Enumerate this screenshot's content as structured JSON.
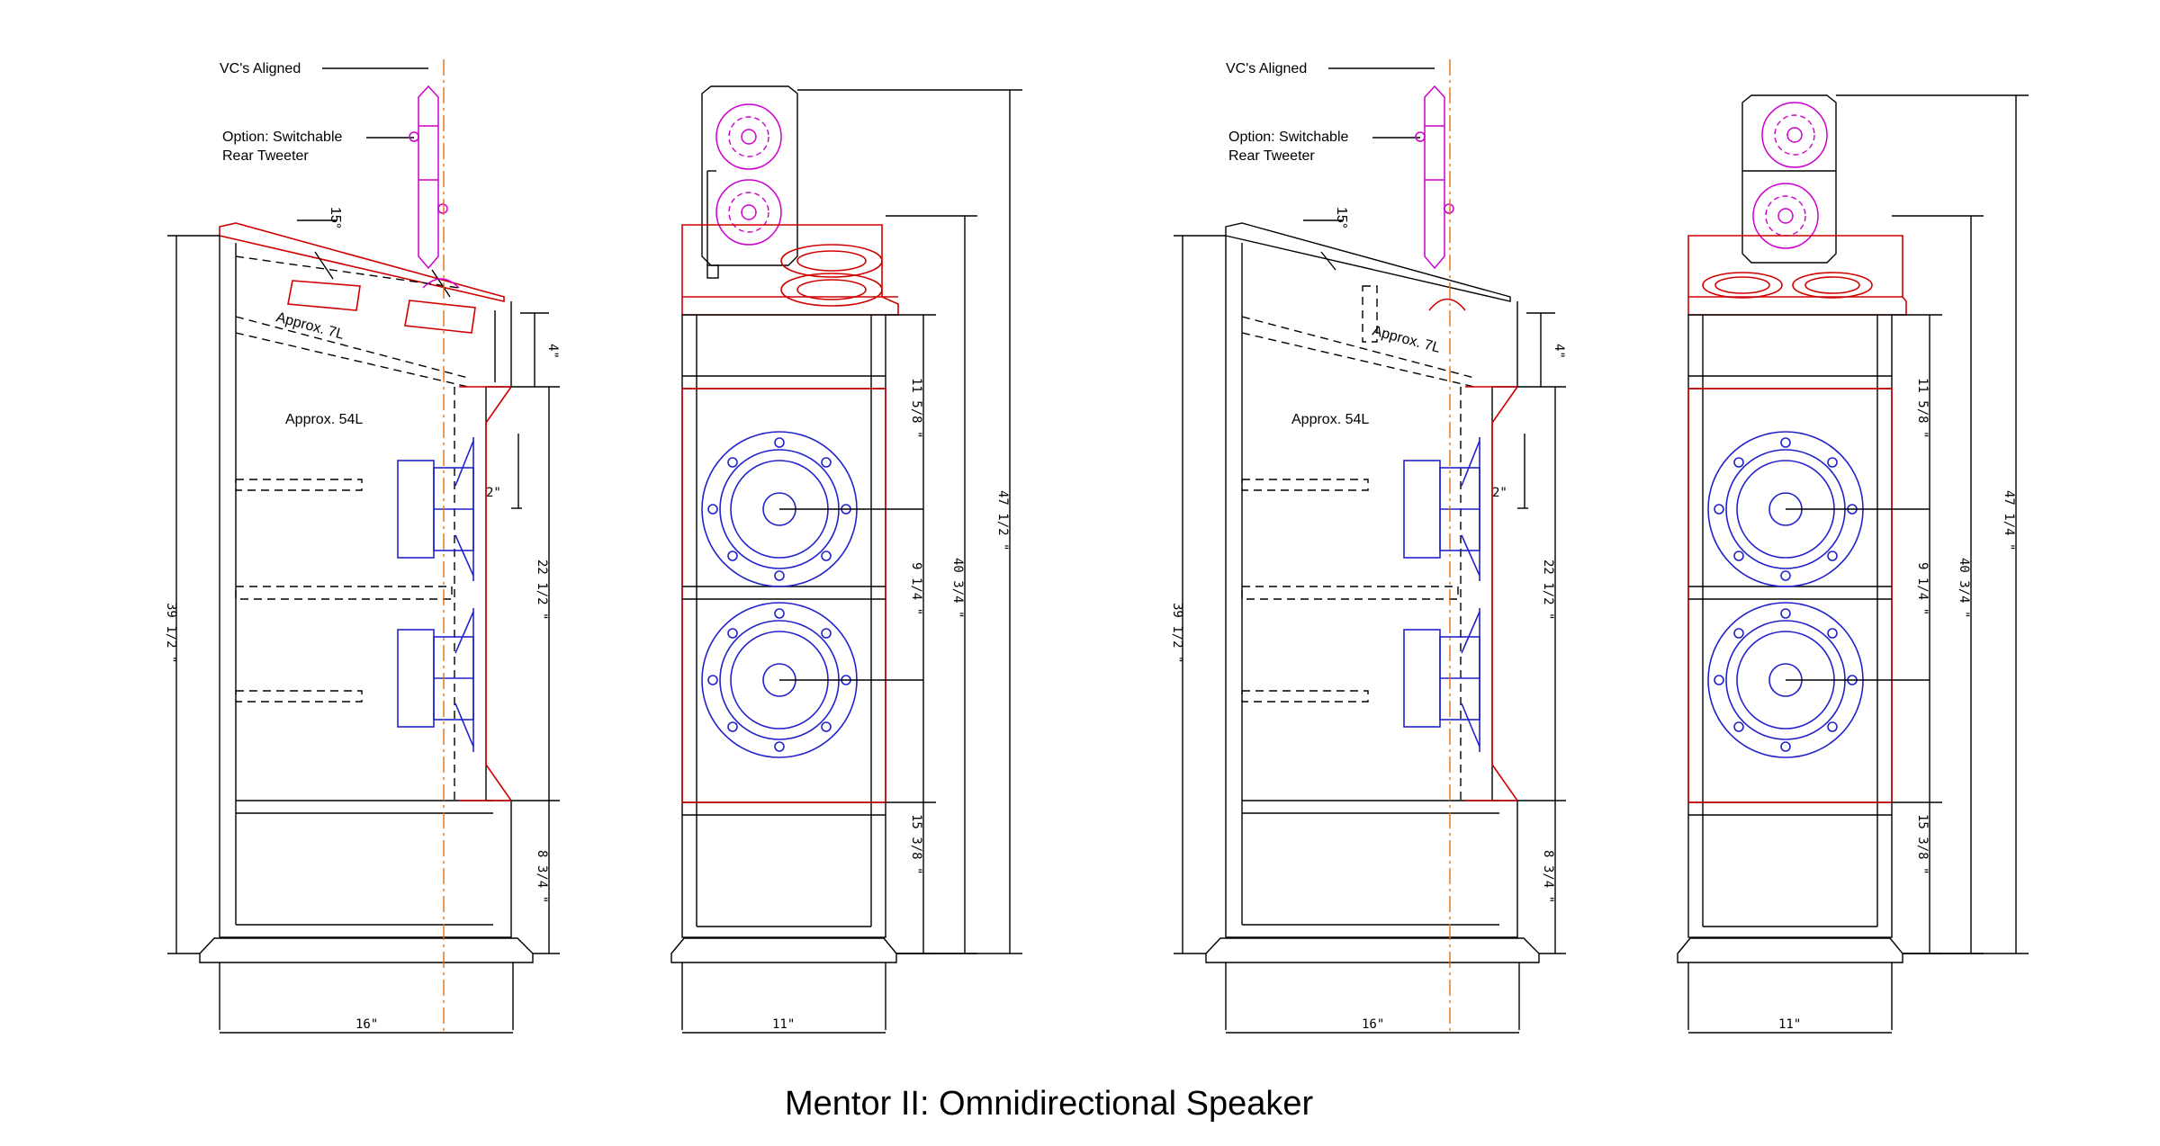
{
  "caption": "Mentor II:  Omnidirectional Speaker",
  "colors": {
    "line": "#000000",
    "baffle": "#d00000",
    "driver": "#2222cc",
    "tweeter": "#cc00cc",
    "axis": "#e07010"
  },
  "side_views": [
    {
      "vc_label": "VC's Aligned",
      "option_label_1": "Option: Switchable",
      "option_label_2": "Rear Tweeter",
      "angle_label": "15°",
      "upper_volume": "Approx. 7L",
      "lower_volume": "Approx. 54L",
      "offset_dim": "2\"",
      "height_dim": "39 1/2 \"",
      "top_dim": "4\"",
      "mid_dim": "22 1/2 \"",
      "bottom_dim": "8 3/4 \"",
      "width_dim": "16\""
    },
    {
      "vc_label": "VC's Aligned",
      "option_label_1": "Option: Switchable",
      "option_label_2": "Rear Tweeter",
      "angle_label": "15°",
      "upper_volume": "Approx. 7L",
      "lower_volume": "Approx. 54L",
      "offset_dim": "2\"",
      "height_dim": "39 1/2 \"",
      "top_dim": "4\"",
      "mid_dim": "22 1/2 \"",
      "bottom_dim": "8 3/4 \"",
      "width_dim": "16\""
    }
  ],
  "front_views": [
    {
      "upper_dim": "11 5/8 \"",
      "center_dim": "9 1/4 \"",
      "lower_dim": "15 3/8 \"",
      "cabinet_dim": "40 3/4 \"",
      "overall_dim": "47 1/2 \"",
      "width_dim": "11\""
    },
    {
      "upper_dim": "11 5/8 \"",
      "center_dim": "9 1/4 \"",
      "lower_dim": "15 3/8 \"",
      "cabinet_dim": "40 3/4 \"",
      "overall_dim": "47 1/4 \"",
      "width_dim": "11\""
    }
  ]
}
